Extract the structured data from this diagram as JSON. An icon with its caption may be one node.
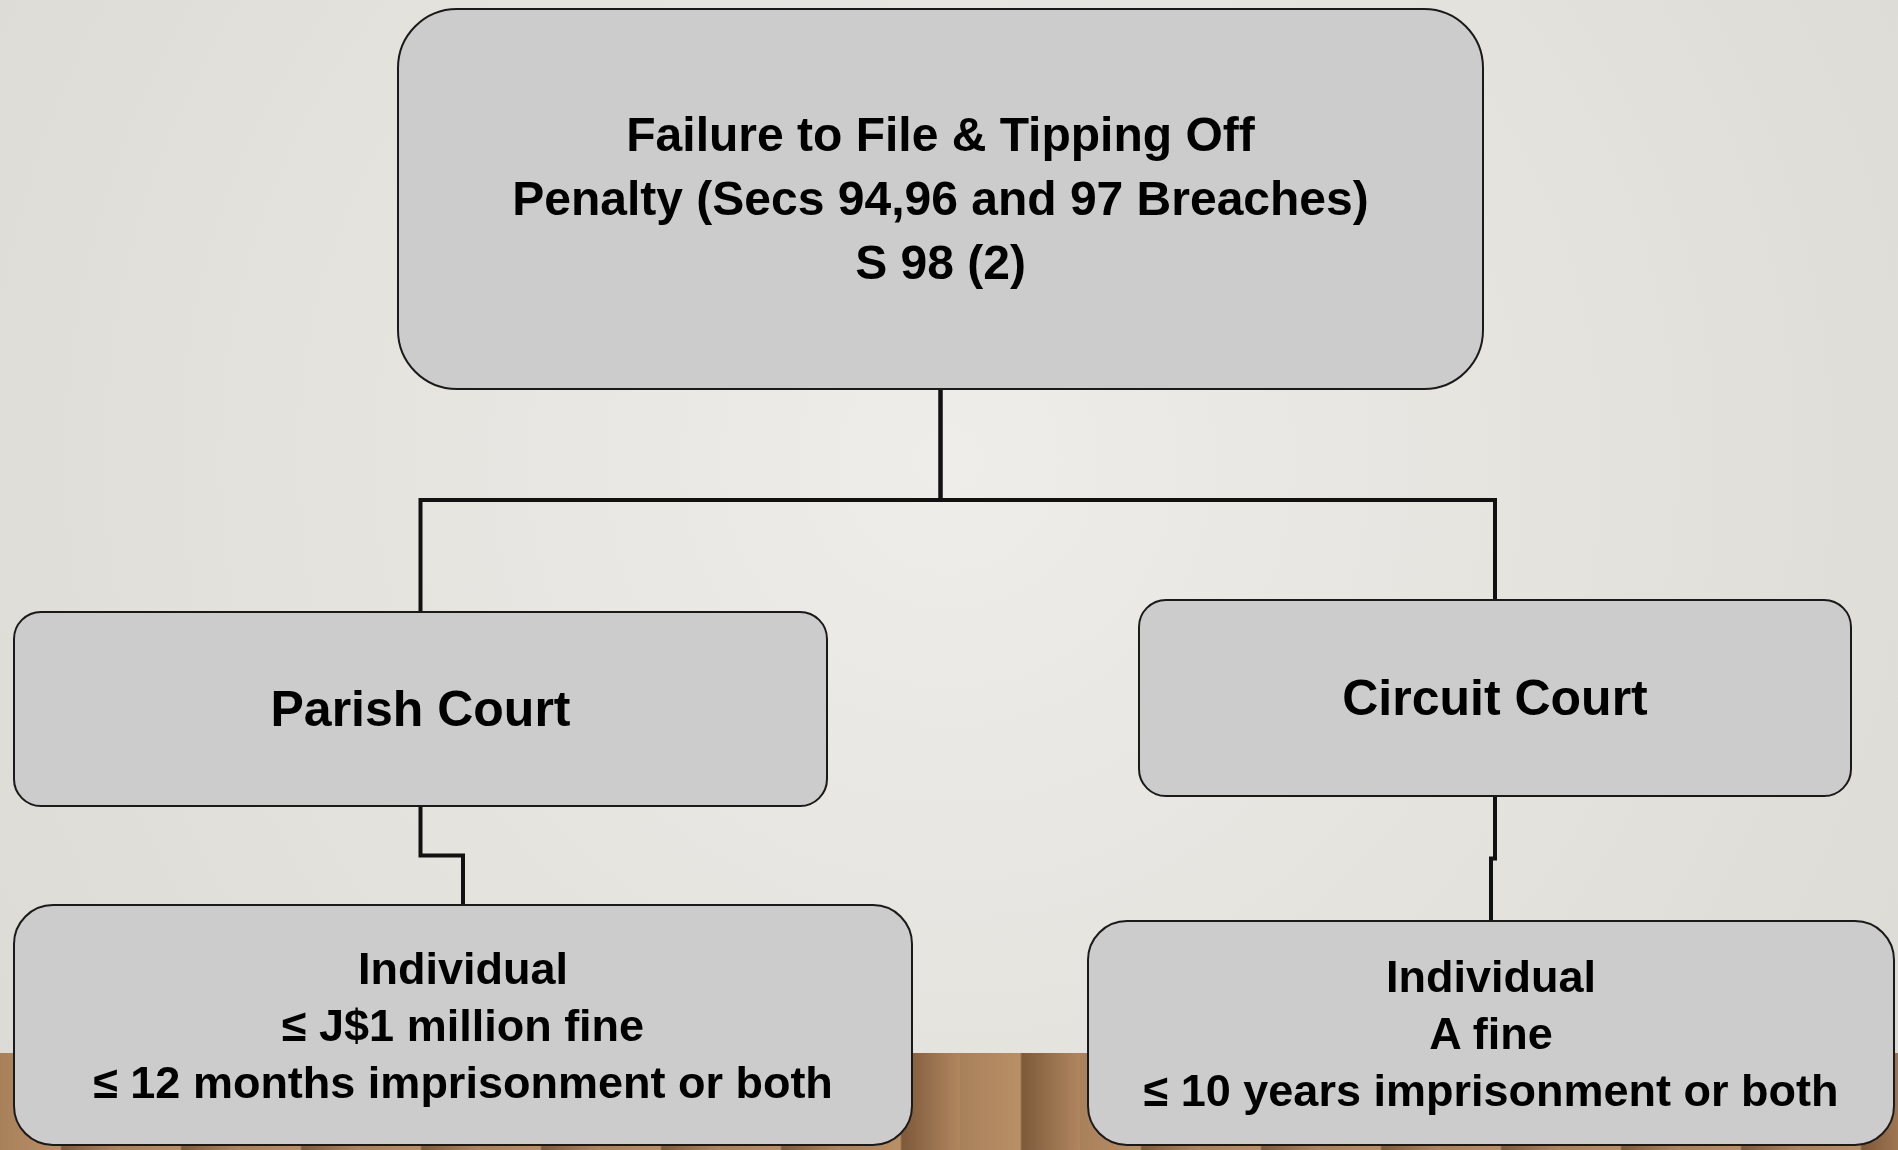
{
  "diagram": {
    "nodes": [
      {
        "text": [
          "Failure to File & Tipping Off",
          "Penalty (Secs 94,96 and 97 Breaches)",
          "S 98 (2)"
        ]
      },
      {
        "text": [
          "Parish Court"
        ]
      },
      {
        "text": [
          "Circuit Court"
        ]
      },
      {
        "text": [
          "Individual",
          "≤ J$1 million fine",
          "≤ 12 months imprisonment or both"
        ]
      },
      {
        "text": [
          "Individual",
          "A fine",
          "≤ 10 years imprisonment or both"
        ]
      }
    ],
    "edges": [
      {
        "from": 0,
        "to": 1,
        "arrow": "none"
      },
      {
        "from": 0,
        "to": 2,
        "arrow": "none"
      },
      {
        "from": 1,
        "to": 3,
        "arrow": "none"
      },
      {
        "from": 2,
        "to": 4,
        "arrow": "none"
      }
    ]
  }
}
